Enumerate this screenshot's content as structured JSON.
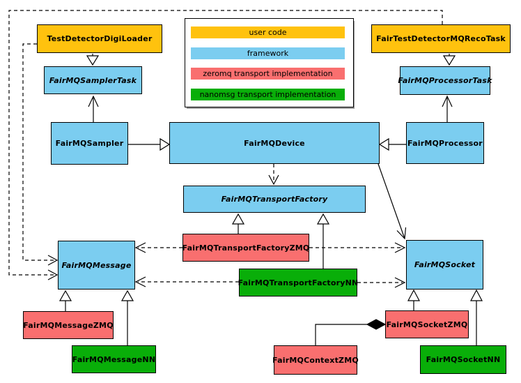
{
  "diagram_type": "uml-class-diagram",
  "legend": {
    "items": [
      {
        "label": "user code",
        "color": "#FFC20E"
      },
      {
        "label": "framework",
        "color": "#7BCDF0"
      },
      {
        "label": "zeromq transport implementation",
        "color": "#F96F6F"
      },
      {
        "label": "nanomsg transport implementation",
        "color": "#09AE09"
      }
    ]
  },
  "nodes": {
    "testDetectorDigiLoader": {
      "label": "TestDetectorDigiLoader",
      "category": "user code",
      "abstract": false,
      "color": "#FFC20E"
    },
    "fairTestDetectorMQRecoTask": {
      "label": "FairTestDetectorMQRecoTask",
      "category": "user code",
      "abstract": false,
      "color": "#FFC20E"
    },
    "fairMQSamplerTask": {
      "label": "FairMQSamplerTask",
      "category": "framework",
      "abstract": true,
      "color": "#7BCDF0"
    },
    "fairMQProcessorTask": {
      "label": "FairMQProcessorTask",
      "category": "framework",
      "abstract": true,
      "color": "#7BCDF0"
    },
    "fairMQSampler": {
      "label": "FairMQSampler",
      "category": "framework",
      "abstract": false,
      "color": "#7BCDF0"
    },
    "fairMQDevice": {
      "label": "FairMQDevice",
      "category": "framework",
      "abstract": false,
      "color": "#7BCDF0"
    },
    "fairMQProcessor": {
      "label": "FairMQProcessor",
      "category": "framework",
      "abstract": false,
      "color": "#7BCDF0"
    },
    "fairMQTransportFactory": {
      "label": "FairMQTransportFactory",
      "category": "framework",
      "abstract": true,
      "color": "#7BCDF0"
    },
    "fairMQTransportFactoryZMQ": {
      "label": "FairMQTransportFactoryZMQ",
      "category": "zeromq transport implementation",
      "abstract": false,
      "color": "#F96F6F"
    },
    "fairMQTransportFactoryNN": {
      "label": "FairMQTransportFactoryNN",
      "category": "nanomsg transport implementation",
      "abstract": false,
      "color": "#09AE09"
    },
    "fairMQMessage": {
      "label": "FairMQMessage",
      "category": "framework",
      "abstract": true,
      "color": "#7BCDF0"
    },
    "fairMQSocket": {
      "label": "FairMQSocket",
      "category": "framework",
      "abstract": true,
      "color": "#7BCDF0"
    },
    "fairMQMessageZMQ": {
      "label": "FairMQMessageZMQ",
      "category": "zeromq transport implementation",
      "abstract": false,
      "color": "#F96F6F"
    },
    "fairMQMessageNN": {
      "label": "FairMQMessageNN",
      "category": "nanomsg transport implementation",
      "abstract": false,
      "color": "#09AE09"
    },
    "fairMQSocketZMQ": {
      "label": "FairMQSocketZMQ",
      "category": "zeromq transport implementation",
      "abstract": false,
      "color": "#F96F6F"
    },
    "fairMQSocketNN": {
      "label": "FairMQSocketNN",
      "category": "nanomsg transport implementation",
      "abstract": false,
      "color": "#09AE09"
    },
    "fairMQContextZMQ": {
      "label": "FairMQContextZMQ",
      "category": "zeromq transport implementation",
      "abstract": false,
      "color": "#F96F6F"
    }
  },
  "edges": [
    {
      "from": "TestDetectorDigiLoader",
      "to": "FairMQSamplerTask",
      "type": "inheritance"
    },
    {
      "from": "FairTestDetectorMQRecoTask",
      "to": "FairMQProcessorTask",
      "type": "inheritance"
    },
    {
      "from": "FairMQSampler",
      "to": "FairMQSamplerTask",
      "type": "association"
    },
    {
      "from": "FairMQProcessor",
      "to": "FairMQProcessorTask",
      "type": "association"
    },
    {
      "from": "FairMQSampler",
      "to": "FairMQDevice",
      "type": "inheritance"
    },
    {
      "from": "FairMQProcessor",
      "to": "FairMQDevice",
      "type": "inheritance"
    },
    {
      "from": "FairMQDevice",
      "to": "FairMQTransportFactory",
      "type": "dependency"
    },
    {
      "from": "FairMQDevice",
      "to": "FairMQSocket",
      "type": "association"
    },
    {
      "from": "FairMQTransportFactoryZMQ",
      "to": "FairMQTransportFactory",
      "type": "inheritance"
    },
    {
      "from": "FairMQTransportFactoryNN",
      "to": "FairMQTransportFactory",
      "type": "inheritance"
    },
    {
      "from": "FairMQTransportFactoryZMQ",
      "to": "FairMQMessage",
      "type": "dependency"
    },
    {
      "from": "FairMQTransportFactoryNN",
      "to": "FairMQMessage",
      "type": "dependency"
    },
    {
      "from": "FairMQTransportFactoryZMQ",
      "to": "FairMQSocket",
      "type": "dependency"
    },
    {
      "from": "FairMQTransportFactoryNN",
      "to": "FairMQSocket",
      "type": "dependency"
    },
    {
      "from": "TestDetectorDigiLoader",
      "to": "FairMQMessage",
      "type": "dependency"
    },
    {
      "from": "FairTestDetectorMQRecoTask",
      "to": "FairMQMessage",
      "type": "dependency"
    },
    {
      "from": "FairMQMessageZMQ",
      "to": "FairMQMessage",
      "type": "inheritance"
    },
    {
      "from": "FairMQMessageNN",
      "to": "FairMQMessage",
      "type": "inheritance"
    },
    {
      "from": "FairMQSocketZMQ",
      "to": "FairMQSocket",
      "type": "inheritance"
    },
    {
      "from": "FairMQSocketNN",
      "to": "FairMQSocket",
      "type": "inheritance"
    },
    {
      "from": "FairMQContextZMQ",
      "to": "FairMQSocketZMQ",
      "type": "composition"
    }
  ]
}
